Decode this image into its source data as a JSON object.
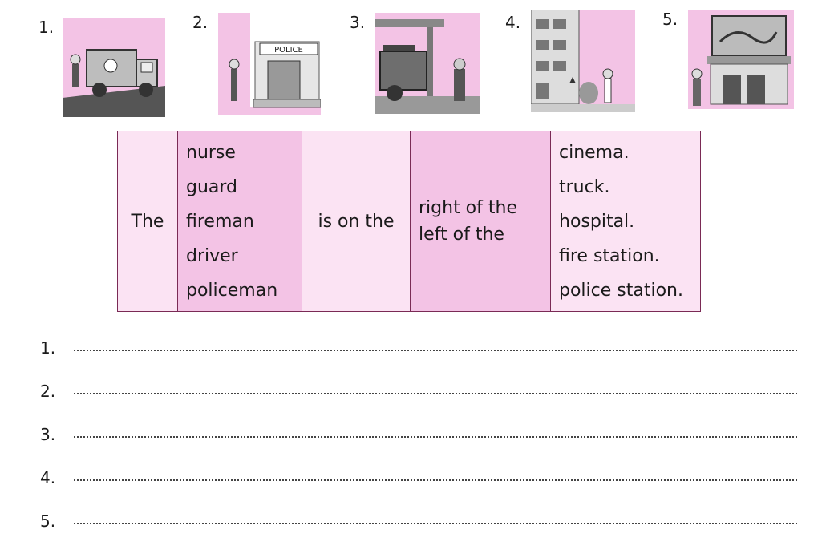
{
  "pictures": [
    {
      "number": "1.",
      "scene": "truck-with-driver"
    },
    {
      "number": "2.",
      "scene": "police-station",
      "sign": "POLICE"
    },
    {
      "number": "3.",
      "scene": "fire-engine-with-fireman"
    },
    {
      "number": "4.",
      "scene": "hospital-with-nurse"
    },
    {
      "number": "5.",
      "scene": "cinema-with-guard"
    }
  ],
  "colors": {
    "pink": "#f3c3e5",
    "light_pink": "#fbe3f3",
    "border": "#7a2a55"
  },
  "table": {
    "col1": "The",
    "col2": [
      "nurse",
      "guard",
      "fireman",
      "driver",
      "policeman"
    ],
    "col3": "is on the",
    "col4": [
      "right of the",
      "left of the"
    ],
    "col5": [
      "cinema.",
      "truck.",
      "hospital.",
      "fire station.",
      "police station."
    ]
  },
  "answers": [
    {
      "number": "1."
    },
    {
      "number": "2."
    },
    {
      "number": "3."
    },
    {
      "number": "4."
    },
    {
      "number": "5."
    }
  ]
}
